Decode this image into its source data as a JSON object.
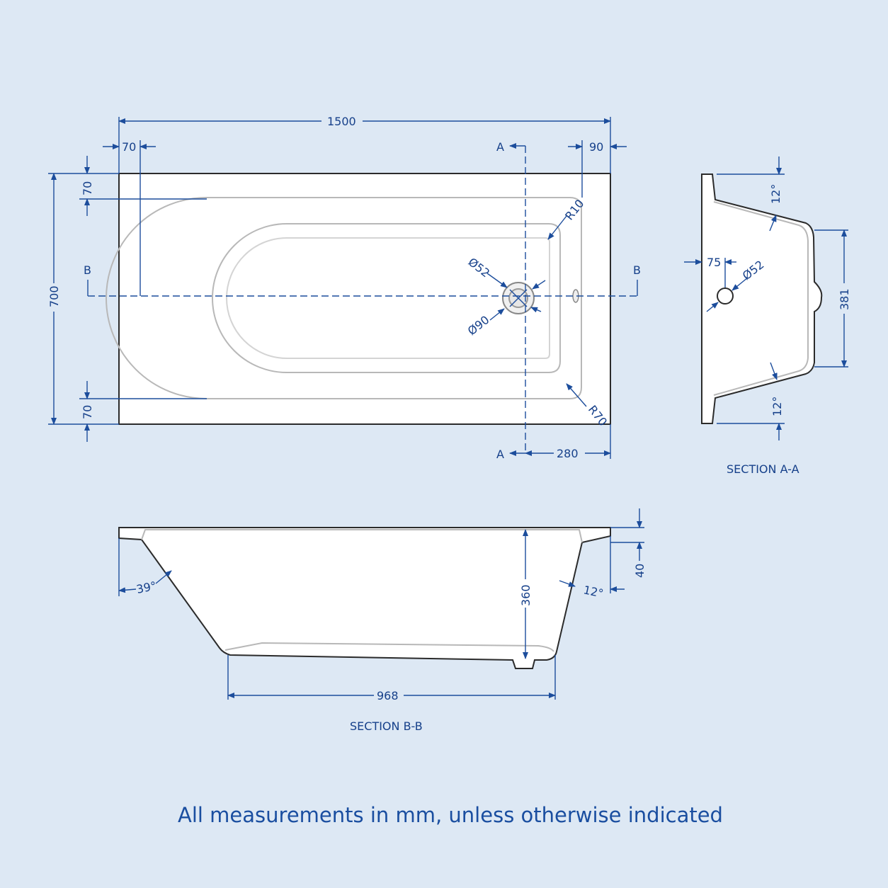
{
  "plan_view": {
    "overall_length": "1500",
    "overall_width": "700",
    "rim_end_left": "70",
    "rim_end_right": "90",
    "rim_side_top": "70",
    "rim_side_bottom": "70",
    "waste_offset": "280",
    "radius_small": "R10",
    "radius_large": "R70",
    "waste_diameter_inner": "Ø52",
    "waste_diameter_outer": "Ø90",
    "section_a_label": "A",
    "section_b_label": "B"
  },
  "section_a": {
    "title": "SECTION A-A",
    "angle_top": "12°",
    "angle_bottom": "12°",
    "waste_height": "75",
    "waste_diameter": "Ø52",
    "base_width": "381"
  },
  "section_b": {
    "title": "SECTION B-B",
    "angle_left": "39°",
    "angle_right": "12°",
    "depth": "360",
    "rim_height": "40",
    "base_length": "968"
  },
  "footer": {
    "note": "All measurements in mm, unless otherwise indicated"
  },
  "colors": {
    "background": "#dde8f4",
    "dimension": "#16408a",
    "outline": "#2b2b2b"
  }
}
